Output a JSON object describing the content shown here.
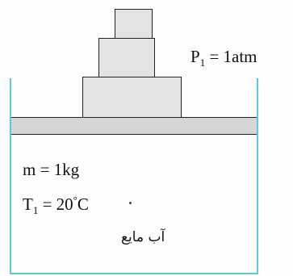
{
  "labels": {
    "pressure": {
      "symbol": "P",
      "subscript": "1",
      "rest": " = 1atm"
    },
    "mass": {
      "text": "m = 1kg"
    },
    "temperature": {
      "symbol": "T",
      "subscript": "1",
      "value": " = 20",
      "superscript": "°",
      "unit": "C"
    },
    "liquid": {
      "text": "آب مایع"
    }
  },
  "colors": {
    "container": "#5ec6de",
    "weights_fill": "#e3e3e3",
    "piston_fill": "#d6d6d6",
    "outline": "#222222"
  }
}
